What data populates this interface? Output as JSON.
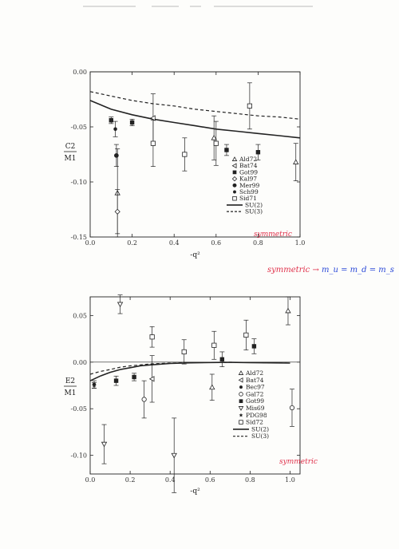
{
  "annotations": {
    "top_handwritten": "symmetric",
    "middle_handwritten": "symmetric → m_u = m_d = m_s",
    "bottom_handwritten": "symmetric",
    "colors": {
      "red": "#e0304a",
      "blue": "#2a48d8"
    }
  },
  "chart_data": [
    {
      "type": "scatter",
      "ylabel_num": "C2",
      "ylabel_den": "M1",
      "xlabel": "-q²",
      "xlim": [
        0.0,
        1.0
      ],
      "ylim": [
        -0.15,
        0.0
      ],
      "x_ticks": [
        "0.0",
        "0.2",
        "0.4",
        "0.6",
        "0.8",
        "1.0"
      ],
      "y_ticks": [
        "0.00",
        "-0.05",
        "-0.10",
        "-0.15"
      ],
      "y_tick_values": [
        0.0,
        -0.05,
        -0.1,
        -0.15
      ],
      "x_tick_values": [
        0.0,
        0.2,
        0.4,
        0.6,
        0.8,
        1.0
      ],
      "legend": [
        {
          "name": "Ald72",
          "marker": "tri-up"
        },
        {
          "name": "Bat74",
          "marker": "tri-left"
        },
        {
          "name": "Got99",
          "marker": "square-filled"
        },
        {
          "name": "Kal97",
          "marker": "diamond"
        },
        {
          "name": "Mer99",
          "marker": "circle-filled"
        },
        {
          "name": "Sch99",
          "marker": "circle-filled-small"
        },
        {
          "name": "Sid71",
          "marker": "square-open"
        },
        {
          "name": "SU(2)",
          "marker": "line-solid"
        },
        {
          "name": "SU(3)",
          "marker": "line-dashed"
        }
      ],
      "series": [
        {
          "marker": "tri-up",
          "points": [
            [
              0.13,
              -0.11,
              0.04
            ],
            [
              0.59,
              -0.06,
              0.02
            ],
            [
              0.98,
              -0.082,
              0.017
            ]
          ]
        },
        {
          "marker": "tri-left",
          "points": [
            [
              0.3,
              -0.042,
              0.022
            ]
          ]
        },
        {
          "marker": "square-filled",
          "points": [
            [
              0.1,
              -0.044,
              0.003
            ],
            [
              0.2,
              -0.046,
              0.003
            ],
            [
              0.65,
              -0.071,
              0.005
            ],
            [
              0.8,
              -0.073,
              0.007
            ]
          ]
        },
        {
          "marker": "diamond",
          "points": [
            [
              0.13,
              -0.127,
              0.02
            ]
          ]
        },
        {
          "marker": "circle-filled",
          "points": [
            [
              0.125,
              -0.076,
              0.01
            ]
          ]
        },
        {
          "marker": "circle-filled-small",
          "points": [
            [
              0.12,
              -0.052,
              0.007
            ]
          ]
        },
        {
          "marker": "square-open",
          "points": [
            [
              0.3,
              -0.065,
              0.021
            ],
            [
              0.45,
              -0.075,
              0.015
            ],
            [
              0.6,
              -0.065,
              0.02
            ],
            [
              0.76,
              -0.031,
              0.021
            ]
          ]
        }
      ],
      "curves": [
        {
          "style": "solid",
          "x": [
            0.0,
            0.1,
            0.2,
            0.3,
            0.4,
            0.5,
            0.6,
            0.7,
            0.8,
            0.9,
            1.0
          ],
          "y": [
            -0.026,
            -0.034,
            -0.039,
            -0.043,
            -0.046,
            -0.049,
            -0.052,
            -0.054,
            -0.056,
            -0.058,
            -0.06
          ]
        },
        {
          "style": "dashed",
          "x": [
            0.0,
            0.1,
            0.2,
            0.3,
            0.4,
            0.5,
            0.6,
            0.7,
            0.8,
            0.9,
            1.0
          ],
          "y": [
            -0.018,
            -0.022,
            -0.026,
            -0.029,
            -0.031,
            -0.034,
            -0.036,
            -0.038,
            -0.04,
            -0.041,
            -0.043
          ]
        },
        {
          "style": "thin",
          "x": [
            0.0,
            1.0
          ],
          "y": [
            0.0,
            0.0
          ]
        }
      ]
    },
    {
      "type": "scatter",
      "ylabel_num": "E2",
      "ylabel_den": "M1",
      "xlabel": "-q²",
      "xlim": [
        0.0,
        1.05
      ],
      "ylim": [
        -0.12,
        0.07
      ],
      "x_ticks": [
        "0.0",
        "0.2",
        "0.4",
        "0.6",
        "0.8",
        "1.0"
      ],
      "y_ticks": [
        "0.05",
        "0.00",
        "-0.05",
        "-0.10"
      ],
      "y_tick_values": [
        0.05,
        0.0,
        -0.05,
        -0.1
      ],
      "x_tick_values": [
        0.0,
        0.2,
        0.4,
        0.6,
        0.8,
        1.0
      ],
      "legend": [
        {
          "name": "Ald72",
          "marker": "tri-up"
        },
        {
          "name": "Bat74",
          "marker": "tri-left"
        },
        {
          "name": "Bec97",
          "marker": "circle-filled-small"
        },
        {
          "name": "Gal72",
          "marker": "circle-open"
        },
        {
          "name": "Got99",
          "marker": "square-filled"
        },
        {
          "name": "Mis69",
          "marker": "tri-down"
        },
        {
          "name": "PDG98",
          "marker": "star"
        },
        {
          "name": "Sid72",
          "marker": "square-open"
        },
        {
          "name": "SU(2)",
          "marker": "line-solid"
        },
        {
          "name": "SU(3)",
          "marker": "line-dashed"
        }
      ],
      "series": [
        {
          "marker": "tri-up",
          "points": [
            [
              0.61,
              -0.027,
              0.014
            ],
            [
              0.99,
              0.055,
              0.015
            ]
          ]
        },
        {
          "marker": "tri-left",
          "points": [
            [
              0.31,
              -0.018,
              0.025
            ]
          ]
        },
        {
          "marker": "circle-filled-small",
          "points": [
            [
              0.02,
              -0.024,
              0.004
            ]
          ]
        },
        {
          "marker": "circle-open",
          "points": [
            [
              0.27,
              -0.04,
              0.02
            ],
            [
              1.01,
              -0.049,
              0.02
            ]
          ]
        },
        {
          "marker": "square-filled",
          "points": [
            [
              0.13,
              -0.02,
              0.005
            ],
            [
              0.22,
              -0.016,
              0.004
            ],
            [
              0.66,
              0.003,
              0.008
            ],
            [
              0.82,
              0.017,
              0.008
            ]
          ]
        },
        {
          "marker": "tri-down",
          "points": [
            [
              0.07,
              -0.088,
              0.021
            ],
            [
              0.15,
              0.062,
              0.01
            ],
            [
              0.42,
              -0.1,
              0.04
            ]
          ]
        },
        {
          "marker": "star",
          "points": [
            [
              0.02,
              -0.025,
              0.003
            ]
          ]
        },
        {
          "marker": "square-open",
          "points": [
            [
              0.31,
              0.027,
              0.011
            ],
            [
              0.47,
              0.011,
              0.013
            ],
            [
              0.62,
              0.018,
              0.015
            ],
            [
              0.78,
              0.029,
              0.016
            ]
          ]
        }
      ],
      "curves": [
        {
          "style": "solid",
          "x": [
            0.0,
            0.05,
            0.1,
            0.15,
            0.2,
            0.25,
            0.3,
            0.4,
            0.5,
            0.6,
            0.7,
            0.8,
            0.9,
            1.0
          ],
          "y": [
            -0.02,
            -0.015,
            -0.011,
            -0.008,
            -0.006,
            -0.004,
            -0.003,
            -0.0015,
            -0.0008,
            -0.0004,
            -0.0003,
            -0.0005,
            -0.0008,
            -0.001
          ]
        },
        {
          "style": "dashed",
          "x": [
            0.0,
            0.05,
            0.1,
            0.15,
            0.2,
            0.25,
            0.3,
            0.4,
            0.5,
            0.6,
            0.7,
            0.8,
            0.9,
            1.0
          ],
          "y": [
            -0.013,
            -0.01,
            -0.008,
            -0.0055,
            -0.004,
            -0.003,
            -0.002,
            -0.001,
            -0.0005,
            -0.0003,
            -0.0002,
            -0.0004,
            -0.0007,
            -0.001
          ]
        },
        {
          "style": "thin",
          "x": [
            0.0,
            1.05
          ],
          "y": [
            0.0,
            0.0
          ]
        }
      ]
    }
  ]
}
